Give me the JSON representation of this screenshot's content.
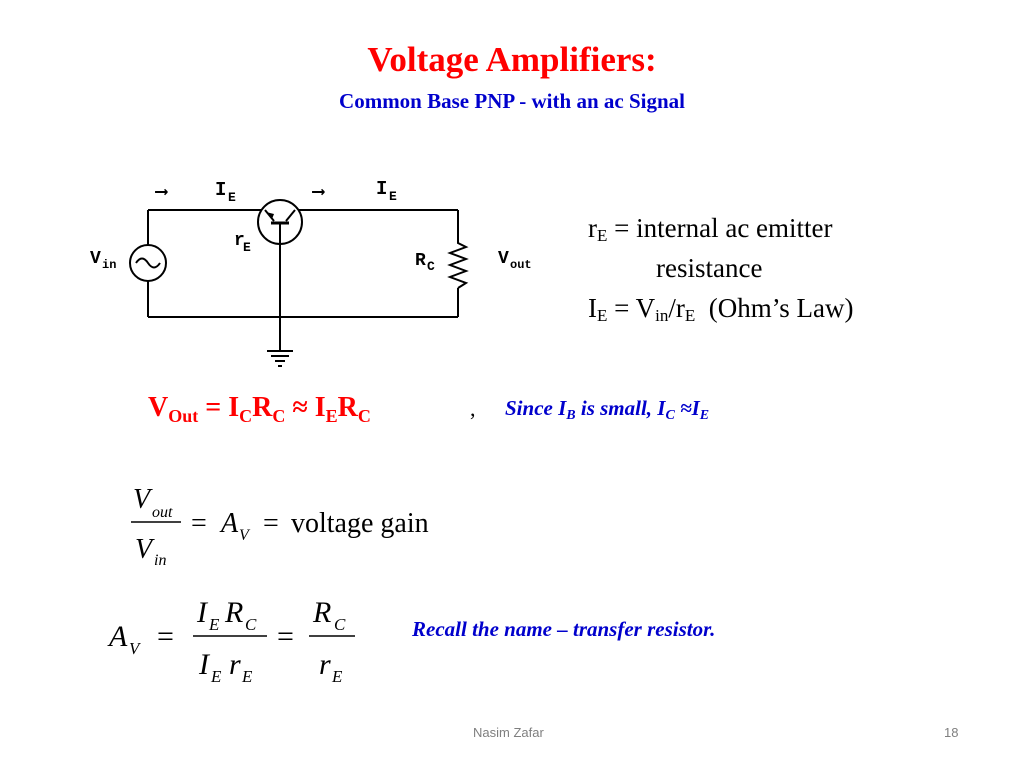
{
  "slide": {
    "title": "Voltage Amplifiers:",
    "subtitle": "Common Base PNP - with an ac Signal"
  },
  "circuit": {
    "arrow_1": "⟶",
    "arrow_2": "⟶",
    "ie_left": "I",
    "ie_left_sub": "E",
    "ie_right": "I",
    "ie_right_sub": "E",
    "vin": "V",
    "vin_sub": "in",
    "re": "r",
    "re_sub": "E",
    "rc": "R",
    "rc_sub": "C",
    "vout": "V",
    "vout_sub": "out"
  },
  "notes": {
    "line1_r": "r",
    "line1_r_sub": "E",
    "line1_rest": " = internal ac emitter",
    "line2": "resistance",
    "line3_i": "I",
    "line3_i_sub": "E",
    "line3_eq": " = V",
    "line3_v_sub": "in",
    "line3_slash": "/r",
    "line3_r_sub": "E",
    "line3_tail": "  (Ohm’s Law)"
  },
  "vout_equation": {
    "v": "V",
    "v_sub": "Out",
    "eq": " = I",
    "ic_sub": "C",
    "r1": "R",
    "rc_sub": "C",
    "approx": " ≈ I",
    "ie_sub": "E",
    "r2": "R",
    "rc2_sub": "C"
  },
  "comma": ",",
  "since_note": {
    "a": "Since I",
    "ib_sub": "B",
    "b": " is small, I",
    "ic_sub": "C",
    "c": " ≈I",
    "ie_sub": "E"
  },
  "gain_equation": {
    "num_v": "V",
    "num_sub": "out",
    "den_v": "V",
    "den_sub": "in",
    "eq1": "=",
    "a": "A",
    "a_sub": "V",
    "eq2": "=",
    "rhs": "voltage gain"
  },
  "av_equation": {
    "a": "A",
    "a_sub": "V",
    "eq1": "=",
    "num1_i": "I",
    "num1_i_sub": "E",
    "num1_r": "R",
    "num1_r_sub": "C",
    "den1_i": "I",
    "den1_i_sub": "E",
    "den1_r": "r",
    "den1_r_sub": "E",
    "eq2": "=",
    "num2_r": "R",
    "num2_r_sub": "C",
    "den2_r": "r",
    "den2_r_sub": "E"
  },
  "recall_note": "Recall the name – transfer resistor.",
  "footer": {
    "author": "Nasim Zafar",
    "page_number": "18"
  }
}
